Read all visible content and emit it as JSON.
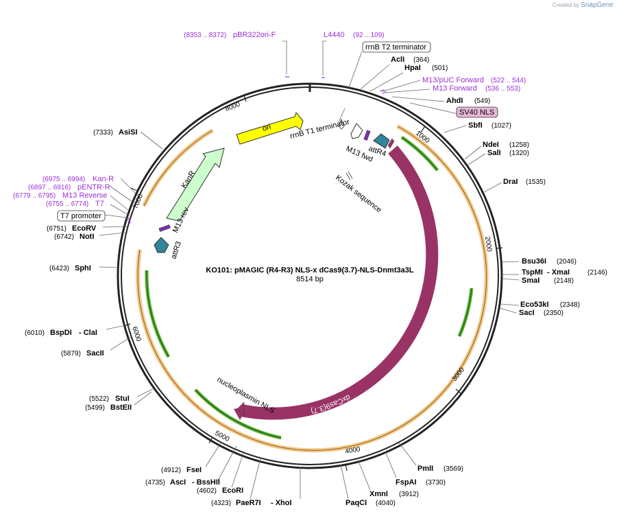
{
  "credit": {
    "prefix": "Created by",
    "brand": "SnapGene"
  },
  "plasmid": {
    "name": "KO101: pMAGIC (R4-R3) NLS-x dCas9(3.7)-NLS-Dnmt3a3L",
    "length": "8514 bp"
  },
  "ticks": {
    "t1000": "1000",
    "t2000": "2000",
    "t3000": "3000",
    "t4000": "4000",
    "t5000": "5000",
    "t6000": "6000",
    "t7000": "7000",
    "t8000": "8000"
  },
  "primers": {
    "pbr": {
      "name": "pBR322ori-F",
      "range": "(8353 .. 8372)"
    },
    "l4440": {
      "name": "L4440",
      "range": "(92 .. 109)"
    },
    "m13puc": {
      "name": "M13/pUC Forward",
      "range": "(522 .. 544)"
    },
    "m13fwd_top": {
      "name": "M13 Forward",
      "range": "(536 .. 553)"
    },
    "kanr": {
      "name": "Kan-R",
      "range": "(6975 .. 6994)"
    },
    "pentr": {
      "name": "pENTR-R",
      "range": "(6897 .. 6916)"
    },
    "m13rev": {
      "name": "M13 Reverse",
      "range": "(6779 .. 6795)"
    },
    "t7": {
      "name": "T7",
      "range": "(6755 .. 6774)"
    }
  },
  "features_boxed": {
    "rrnb_t2": "rrnB T2 terminator",
    "sv40": "SV40 NLS",
    "t7promoter": "T7 promoter"
  },
  "enzymes": {
    "acli": {
      "name": "AclI",
      "pos": "(364)"
    },
    "hpai": {
      "name": "HpaI",
      "pos": "(501)"
    },
    "ahdi": {
      "name": "AhdI",
      "pos": "(549)"
    },
    "sbfi": {
      "name": "SbfI",
      "pos": "(1027)"
    },
    "ndei": {
      "name": "NdeI",
      "pos": "(1258)"
    },
    "sali": {
      "name": "SalI",
      "pos": "(1320)"
    },
    "drai": {
      "name": "DraI",
      "pos": "(1535)"
    },
    "bsu36i": {
      "name": "Bsu36I",
      "pos": "(2046)"
    },
    "tspmi": {
      "name": "TspMI",
      "sep": "- XmaI",
      "pos": "(2146)"
    },
    "smai": {
      "name": "SmaI",
      "pos": "(2148)"
    },
    "eco53ki": {
      "name": "Eco53kI",
      "pos": "(2348)"
    },
    "saci": {
      "name": "SacI",
      "pos": "(2350)"
    },
    "pmli": {
      "name": "PmlI",
      "pos": "(3569)"
    },
    "fspai": {
      "name": "FspAI",
      "pos": "(3730)"
    },
    "xmni": {
      "name": "XmnI",
      "pos": "(3912)"
    },
    "paqci": {
      "name": "PaqCI",
      "pos": "(4040)"
    },
    "paer7i": {
      "name": "PaeR7I",
      "sep": "- XhoI",
      "pos": "(4323)"
    },
    "ecori": {
      "name": "EcoRI",
      "pos": "(4602)"
    },
    "asci": {
      "name": "AscI",
      "sep": "- BssHII",
      "pos": "(4735)"
    },
    "fsei": {
      "name": "FseI",
      "pos": "(4912)"
    },
    "bsteii": {
      "name": "BstEII",
      "pos": "(5499)"
    },
    "stui": {
      "name": "StuI",
      "pos": "(5522)"
    },
    "sacii": {
      "name": "SacII",
      "pos": "(5879)"
    },
    "bspdi": {
      "name": "BspDI",
      "sep": "- ClaI",
      "pos": "(6010)"
    },
    "sphi": {
      "name": "SphI",
      "pos": "(6423)"
    },
    "noti": {
      "name": "NotI",
      "pos": "(6742)"
    },
    "ecorv": {
      "name": "EcoRV",
      "pos": "(6751)"
    },
    "asisi": {
      "name": "AsiSI",
      "pos": "(7333)"
    }
  },
  "feature_labels": {
    "ori": "ori",
    "kanr": "KanR",
    "rrnb_t1": "rrnB T1 terminator",
    "m13fwd": "M13 fwd",
    "attr4": "attR4",
    "kozak": "Kozak sequence",
    "m13rev": "M13 rev",
    "attr3": "attR3",
    "dxcas9": "dxCas9(3.7)",
    "nucleoplasmin": "nucleoplasmin NLS"
  },
  "colors": {
    "backbone": "#222222",
    "ori": "#ffff00",
    "kanr": "#ccffcc",
    "cas9": "#993366",
    "att": "#31849b",
    "primer": "#9b2fd6",
    "orf_orange": "#f4c98a",
    "orf_green": "#55b02e",
    "sv40_box": "#e6b8d6"
  }
}
